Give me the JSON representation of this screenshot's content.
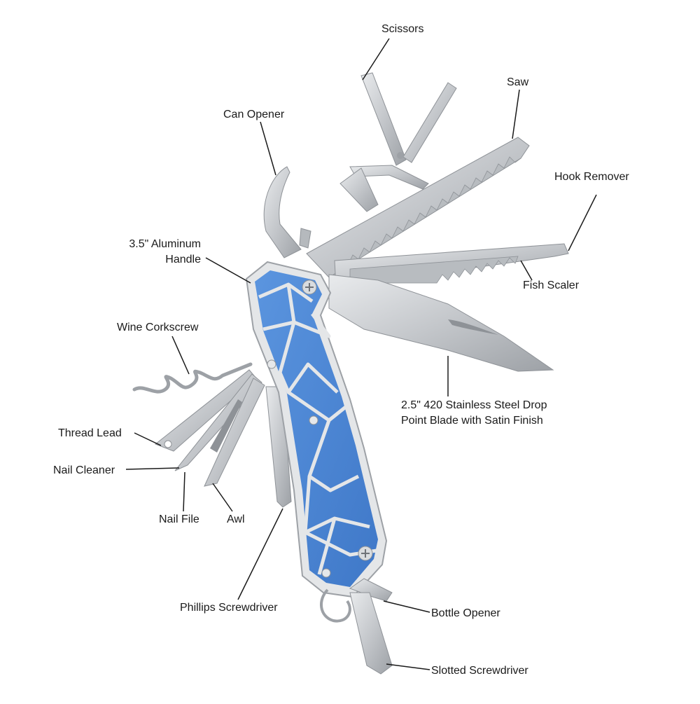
{
  "labels": {
    "scissors": "Scissors",
    "saw": "Saw",
    "can_opener": "Can Opener",
    "hook_remover": "Hook Remover",
    "handle_1": "3.5\" Aluminum",
    "handle_2": "Handle",
    "fish_scaler": "Fish Scaler",
    "wine_corkscrew": "Wine Corkscrew",
    "blade_1": "2.5\" 420 Stainless Steel Drop",
    "blade_2": "Point Blade with Satin Finish",
    "thread_lead": "Thread Lead",
    "nail_cleaner": "Nail Cleaner",
    "nail_file": "Nail File",
    "awl": "Awl",
    "phillips_screwdriver": "Phillips Screwdriver",
    "bottle_opener": "Bottle Opener",
    "slotted_screwdriver": "Slotted Screwdriver"
  },
  "colors": {
    "handle_blue": "#4a86d6",
    "steel": "#c9ccd0",
    "steel_dark": "#8e9297",
    "frame": "#e4e6e8",
    "leader": "#1a1a1a"
  }
}
